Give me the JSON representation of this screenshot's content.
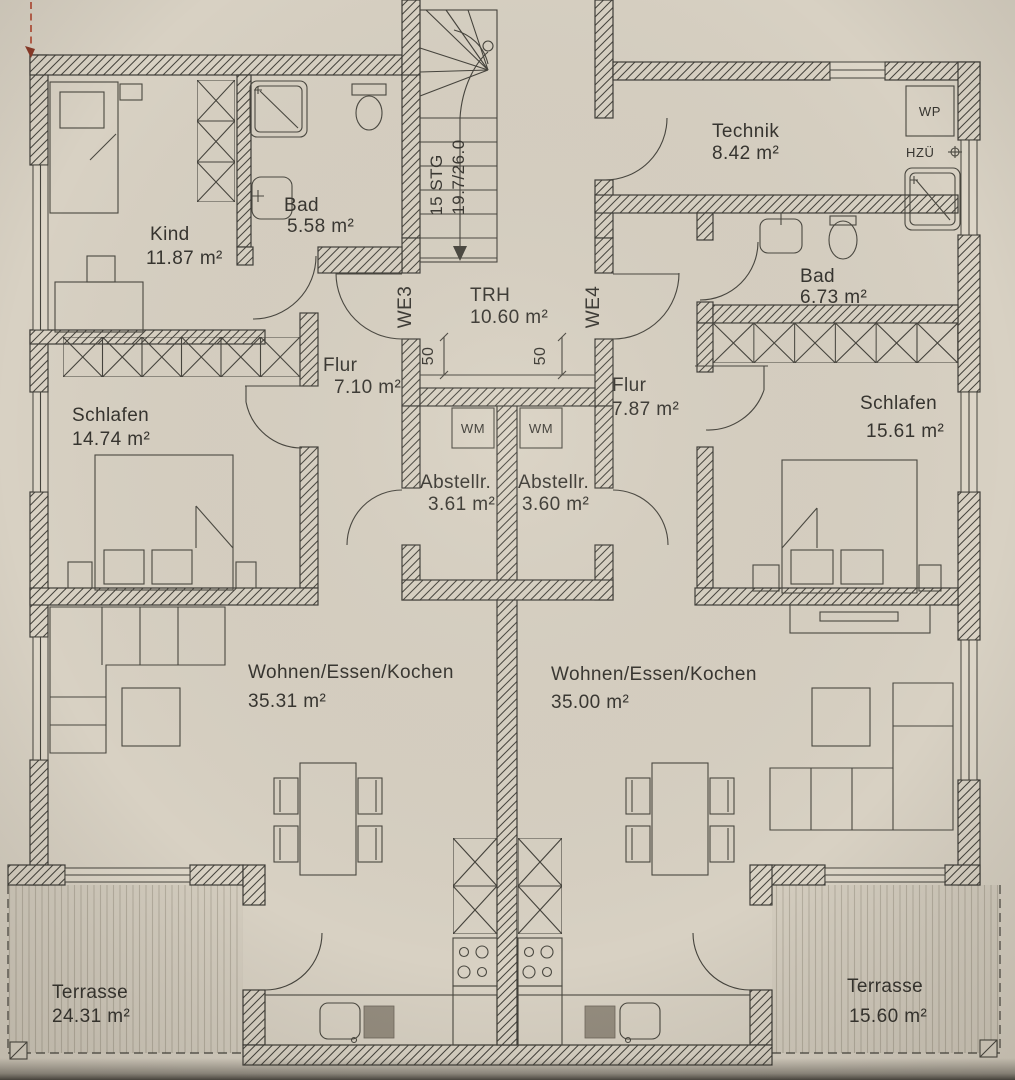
{
  "units": {
    "we3": "WE3",
    "we4": "WE4"
  },
  "stairwell": {
    "label": "TRH",
    "area": "10.60 m²",
    "steps_line1": "15 STG",
    "steps_line2": "19.7/26.0"
  },
  "rooms": {
    "kind": {
      "name": "Kind",
      "area": "11.87 m²"
    },
    "bad_we3": {
      "name": "Bad",
      "area": "5.58 m²"
    },
    "flur_we3": {
      "name": "Flur",
      "area": "7.10 m²"
    },
    "schlafen_we3": {
      "name": "Schlafen",
      "area": "14.74 m²"
    },
    "abstellraum_we3": {
      "name": "Abstellr.",
      "area": "3.61 m²"
    },
    "wohnen_we3": {
      "name": "Wohnen/Essen/Kochen",
      "area": "35.31 m²"
    },
    "terrasse_we3": {
      "name": "Terrasse",
      "area": "24.31 m²"
    },
    "technik": {
      "name": "Technik",
      "area": "8.42 m²"
    },
    "bad_we4": {
      "name": "Bad",
      "area": "6.73 m²"
    },
    "flur_we4": {
      "name": "Flur",
      "area": "7.87 m²"
    },
    "schlafen_we4": {
      "name": "Schlafen",
      "area": "15.61 m²"
    },
    "abstellraum_we4": {
      "name": "Abstellr.",
      "area": "3.60 m²"
    },
    "wohnen_we4": {
      "name": "Wohnen/Essen/Kochen",
      "area": "35.00 m²"
    },
    "terrasse_we4": {
      "name": "Terrasse",
      "area": "15.60 m²"
    }
  },
  "equipment": {
    "wm": "WM",
    "wp": "WP",
    "hzu": "HZÜ"
  },
  "dimensions": {
    "wall_offset": "50"
  },
  "colors": {
    "paper": "#d8d1c3",
    "line": "#3e3c37",
    "marker_red": "#b0452e"
  }
}
